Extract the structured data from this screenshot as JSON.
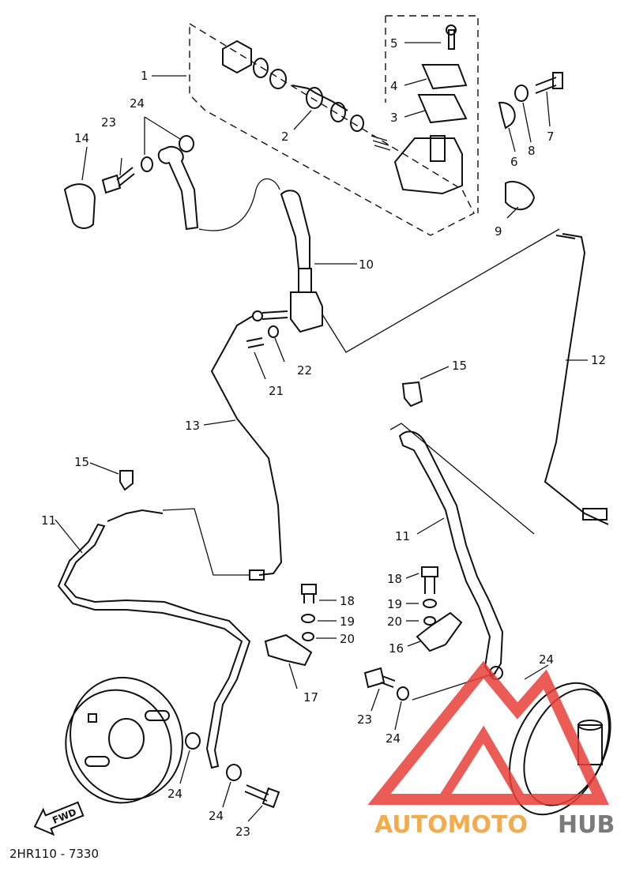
{
  "diagram": {
    "code": "2HR110 - 7330",
    "fwd_label": "FWD",
    "callouts": [
      {
        "id": "c1",
        "text": "1"
      },
      {
        "id": "c2",
        "text": "2"
      },
      {
        "id": "c3",
        "text": "3"
      },
      {
        "id": "c4",
        "text": "4"
      },
      {
        "id": "c5",
        "text": "5"
      },
      {
        "id": "c6",
        "text": "6"
      },
      {
        "id": "c7",
        "text": "7"
      },
      {
        "id": "c8",
        "text": "8"
      },
      {
        "id": "c9",
        "text": "9"
      },
      {
        "id": "c10",
        "text": "10"
      },
      {
        "id": "c11a",
        "text": "11"
      },
      {
        "id": "c11b",
        "text": "11"
      },
      {
        "id": "c12",
        "text": "12"
      },
      {
        "id": "c13",
        "text": "13"
      },
      {
        "id": "c14",
        "text": "14"
      },
      {
        "id": "c15a",
        "text": "15"
      },
      {
        "id": "c15b",
        "text": "15"
      },
      {
        "id": "c16",
        "text": "16"
      },
      {
        "id": "c17",
        "text": "17"
      },
      {
        "id": "c18a",
        "text": "18"
      },
      {
        "id": "c18b",
        "text": "18"
      },
      {
        "id": "c19a",
        "text": "19"
      },
      {
        "id": "c19b",
        "text": "19"
      },
      {
        "id": "c20a",
        "text": "20"
      },
      {
        "id": "c20b",
        "text": "20"
      },
      {
        "id": "c21",
        "text": "21"
      },
      {
        "id": "c22",
        "text": "22"
      },
      {
        "id": "c23a",
        "text": "23"
      },
      {
        "id": "c23b",
        "text": "23"
      },
      {
        "id": "c23c",
        "text": "23"
      },
      {
        "id": "c24a",
        "text": "24"
      },
      {
        "id": "c24b",
        "text": "24"
      },
      {
        "id": "c24c",
        "text": "24"
      },
      {
        "id": "c24d",
        "text": "24"
      },
      {
        "id": "c24e",
        "text": "24"
      }
    ]
  },
  "watermark": {
    "text_left": "AUTOMOTO",
    "text_right": "HUB",
    "color_left": "#f2a23a",
    "color_right": "#7a7a7a",
    "logo_color": "#e8403a"
  }
}
